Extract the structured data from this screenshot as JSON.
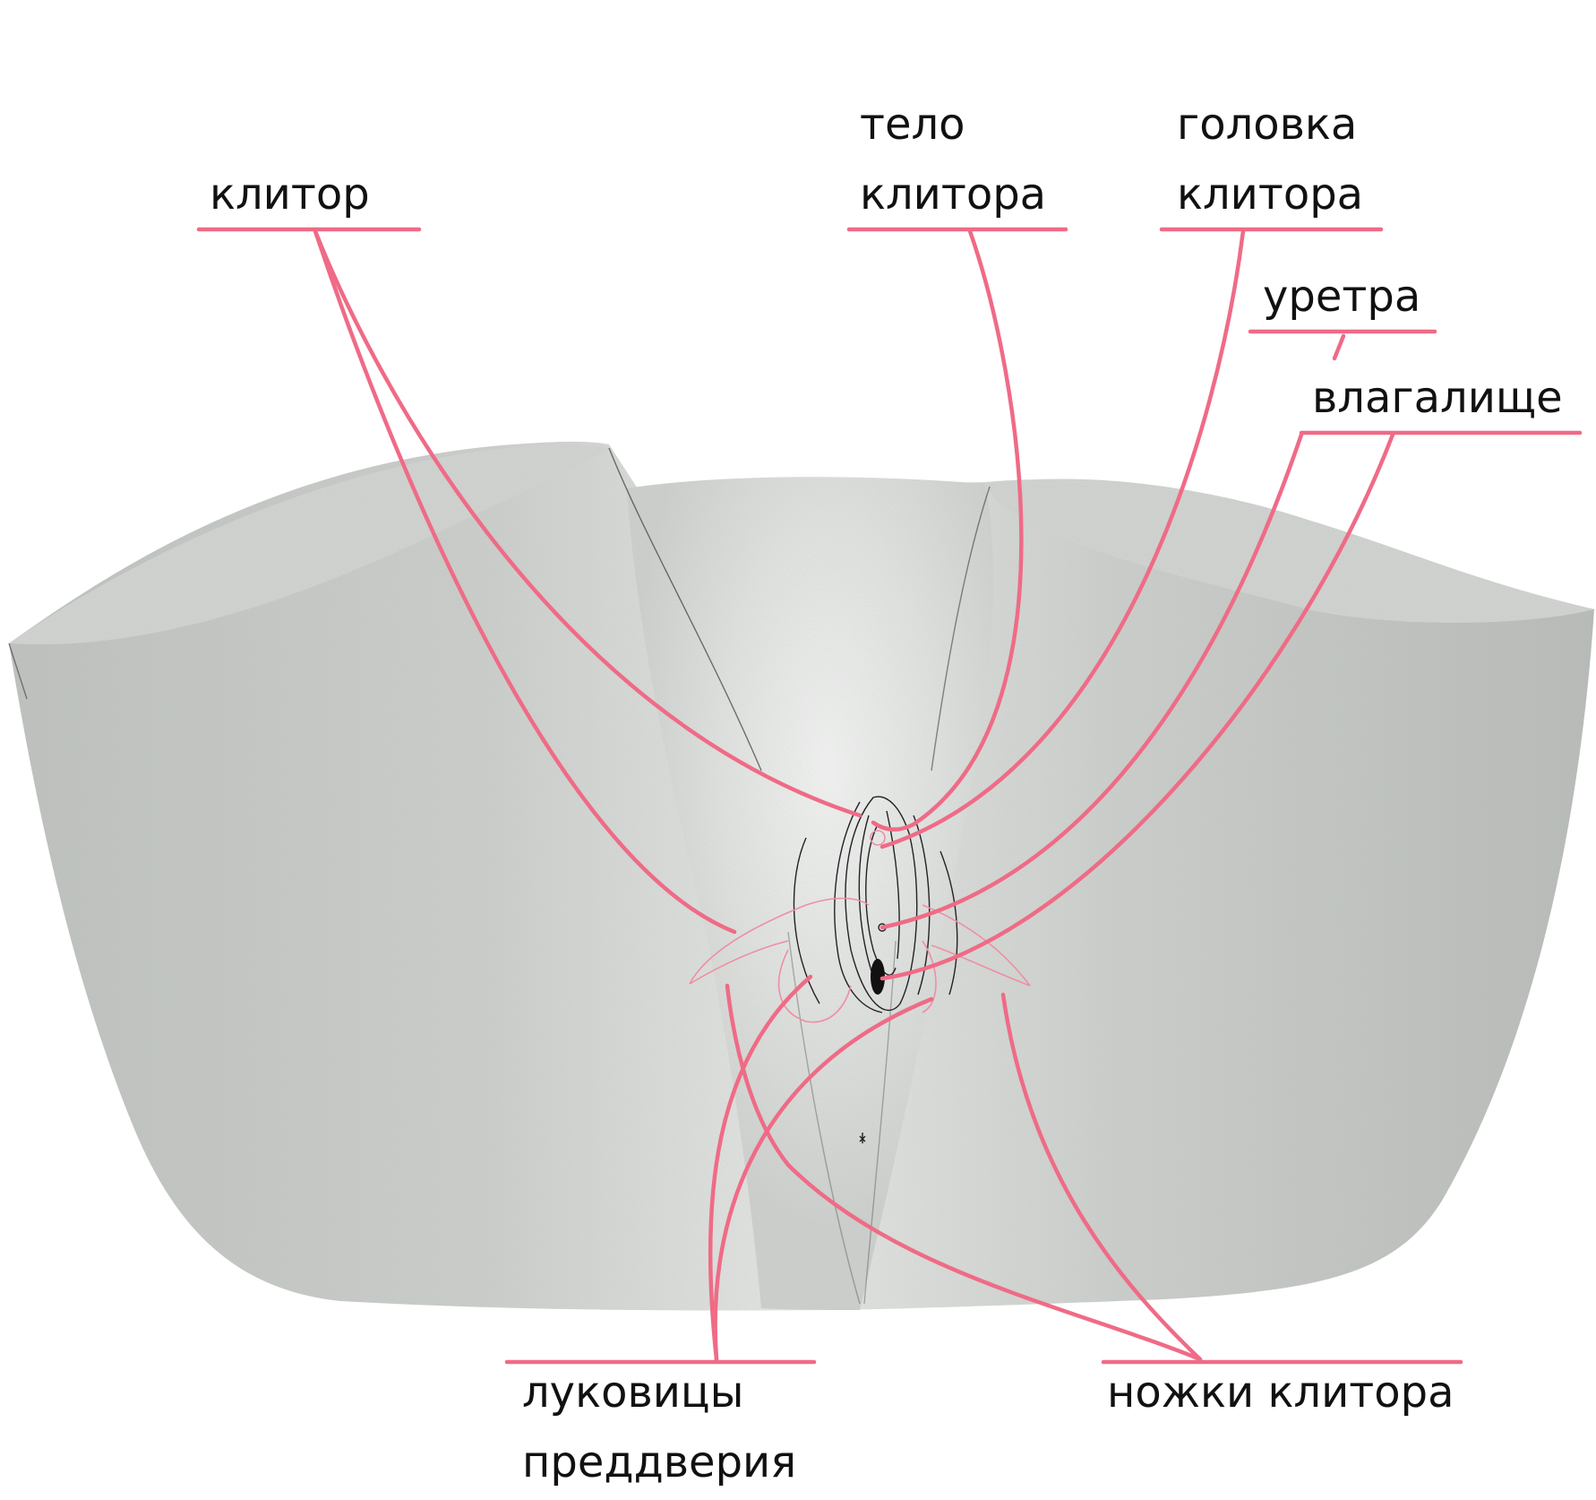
{
  "labels": {
    "clitoris": "клитор",
    "body": [
      "тело",
      "клитора"
    ],
    "glans": [
      "головка",
      "клитора"
    ],
    "urethra": "уретра",
    "vagina": "влагалище",
    "bulbs": [
      "луковицы",
      "преддверия"
    ],
    "crura": "ножки клитора"
  },
  "colors": {
    "leader_lines": "#ef6b86",
    "figure_fill": "#c9ccc9",
    "text": "#111111"
  }
}
